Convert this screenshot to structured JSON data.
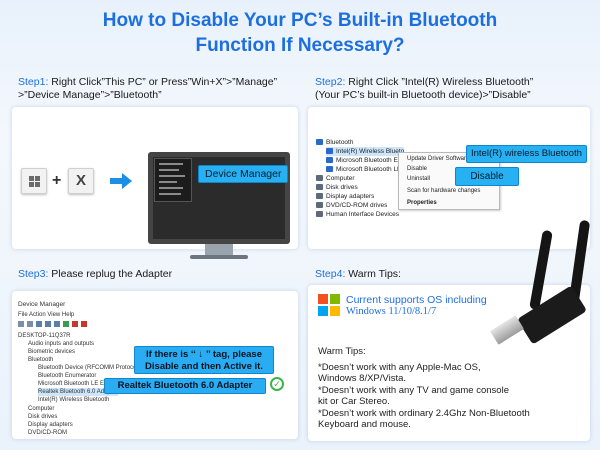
{
  "title": {
    "line1": "How to Disable Your PC’s Built-in Bluetooth",
    "line2": "Function If Necessary?"
  },
  "step1": {
    "heading_label": "Step1:",
    "heading_line1": " Right Click”This PC” or Press”Win+X”>”Manage”",
    "heading_line2": ">”Device Manage”>”Bluetooth”",
    "key_plus": "+",
    "key_x": "X",
    "callout": "Device Manager"
  },
  "step2": {
    "heading_label": "Step2:",
    "heading_line1": " Right Click ”Intel(R) Wireless Bluetooth”",
    "heading_line2": "(Your PC’s built-in Bluetooth device)>”Disable”",
    "tree": [
      "Bluetooth",
      "Intel(R) Wireless Blueto",
      "Microsoft Bluetooth Er",
      "Microsoft Bluetooth LE",
      "Computer",
      "Disk drives",
      "Display adapters",
      "DVD/CD-ROM drives",
      "Human Interface Devices"
    ],
    "menu": [
      "Update Driver Software...",
      "Disable",
      "Uninstall",
      "Scan for hardware changes",
      "Properties"
    ],
    "callout_device": "Intel(R) wireless Bluetooth",
    "callout_disable": "Disable"
  },
  "step3": {
    "heading_label": "Step3:",
    "heading_text": " Please replug the Adapter",
    "window_title": "Device Manager",
    "menu_bar": "File   Action   View   Help",
    "tree": [
      "DESKTOP-11Q37R",
      "Audio inputs and outputs",
      "Biometric devices",
      "Bluetooth",
      "Bluetooth Device (RFCOMM Protocol TDI)",
      "Bluetooth Enumerator",
      "Microsoft Bluetooth LE Enumerator",
      "Realtek Bluetooth 6.0 Adapter",
      "Intel(R) Wireless Bluetooth",
      "Computer",
      "Disk drives",
      "Display adapters",
      "DVD/CD-ROM"
    ],
    "callout_tag_line1": "If there is ‘‘ ↓ ’’ tag, please",
    "callout_tag_line2": "Disable and then Active it.",
    "callout_adapter": "Realtek Bluetooth 6.0 Adapter",
    "check": "✓"
  },
  "step4": {
    "heading_label": "Step4:",
    "heading_text": " Warm Tips:",
    "os_line1": "Current supports OS including",
    "os_line2": "Windows 11/10/8.1/7",
    "tips_heading": "Warm Tips:",
    "tips": [
      "*Doesn’t work with any Apple-Mac OS,",
      "Windows 8/XP/Vista.",
      "*Doesn’t work with any TV and game console",
      "kit or Car Stereo.",
      "*Doesn’t work with ordinary 2.4Ghz Non-Bluetooth",
      "Keyboard and mouse."
    ]
  },
  "colors": {
    "accent": "#1d6fe0",
    "callout": "#2aa7ef",
    "check": "#3ab54a"
  }
}
